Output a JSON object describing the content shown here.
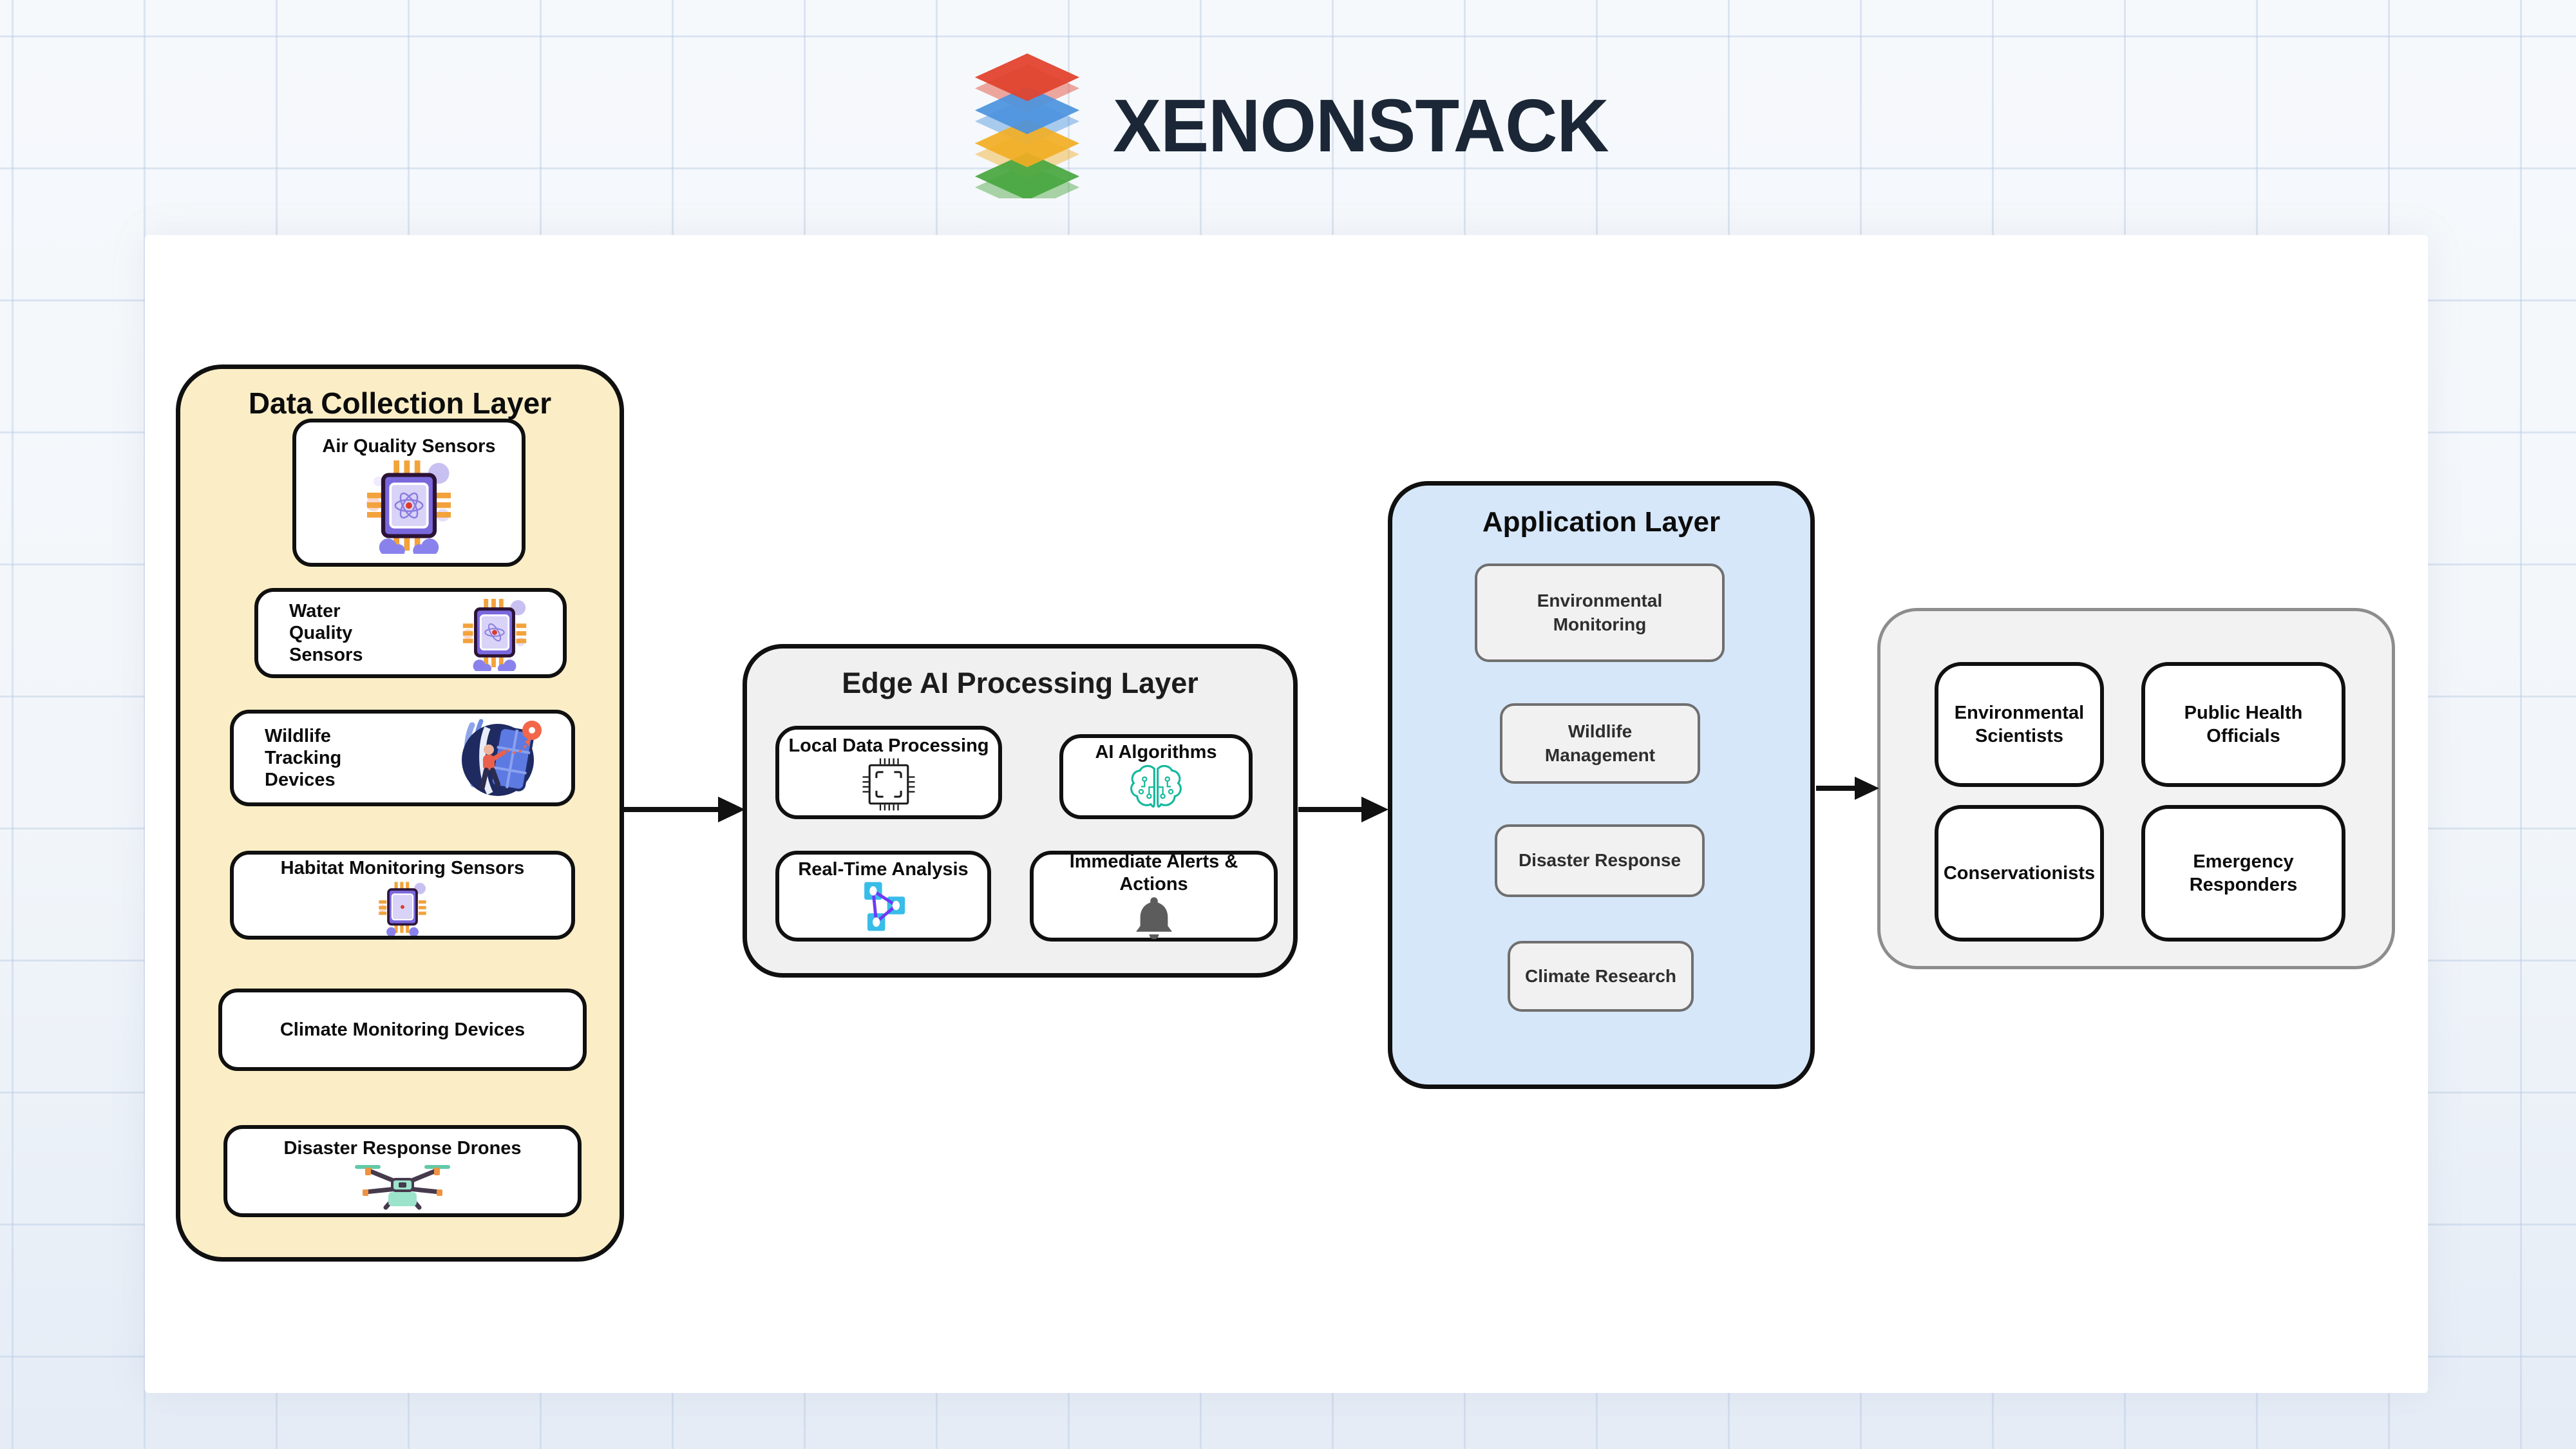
{
  "brand": {
    "name": "XENONSTACK"
  },
  "diagram": {
    "data_collection": {
      "title": "Data Collection Layer",
      "items": [
        {
          "label": "Air Quality Sensors",
          "icon": "air-quality-chip-icon"
        },
        {
          "label": "Water Quality Sensors",
          "icon": "water-quality-chip-icon"
        },
        {
          "label": "Wildlife Tracking Devices",
          "icon": "wildlife-tracker-icon"
        },
        {
          "label": "Habitat Monitoring Sensors",
          "icon": "habitat-chip-icon"
        },
        {
          "label": "Climate Monitoring Devices",
          "icon": ""
        },
        {
          "label": "Disaster Response Drones",
          "icon": "drone-icon"
        }
      ]
    },
    "edge_ai": {
      "title": "Edge AI Processing Layer",
      "items": [
        {
          "label": "Local Data Processing",
          "icon": "processor-outline-icon"
        },
        {
          "label": "AI Algorithms",
          "icon": "ai-brain-circuit-icon"
        },
        {
          "label": "Real-Time Analysis",
          "icon": "network-nodes-icon"
        },
        {
          "label": "Immediate Alerts & Actions",
          "icon": "alert-bell-icon"
        }
      ]
    },
    "application": {
      "title": "Application Layer",
      "items": [
        {
          "label": "Environmental Monitoring"
        },
        {
          "label": "Wildlife Management"
        },
        {
          "label": "Disaster Response"
        },
        {
          "label": "Climate Research"
        }
      ]
    },
    "stakeholders": {
      "items": [
        {
          "label": "Environmental Scientists"
        },
        {
          "label": "Public Health Officials"
        },
        {
          "label": "Conservationists"
        },
        {
          "label": "Emergency Responders"
        }
      ]
    }
  },
  "colors": {
    "background": "#F2F6FA",
    "grid_line": "#BACBE5",
    "panel": "#FFFFFF",
    "data_collection_fill": "#FBEEC6",
    "edge_ai_fill": "#F0F0F0",
    "application_fill": "#D7E7FA",
    "stakeholders_fill": "#F2F2F2",
    "node_fill": "#FFFFFF",
    "node_border": "#101010",
    "app_node_fill": "#F1F1F1",
    "app_node_border": "#6F6F6F",
    "arrow": "#111111",
    "brand_text": "#1B2736",
    "logo_red": "#E2432E",
    "logo_blue": "#4B93DD",
    "logo_yellow": "#F2AE24",
    "logo_green": "#47A63E",
    "ai_icon_teal": "#14B89C",
    "network_icon_cyan": "#38BDE8",
    "network_icon_purple": "#6D3BF5",
    "bell_gray": "#5C5C5C"
  }
}
